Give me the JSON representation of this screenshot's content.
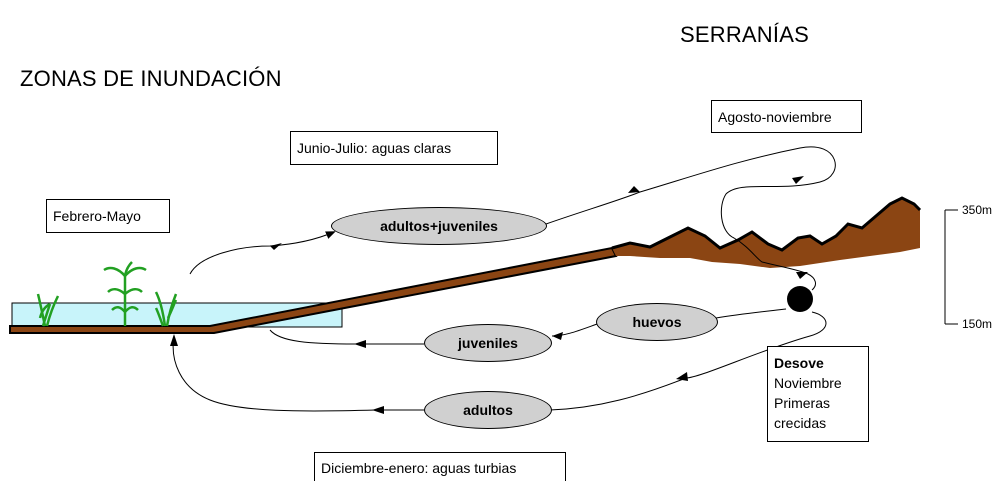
{
  "titles": {
    "sierra": "SERRANÍAS",
    "floodplain": "ZONAS DE INUNDACIÓN"
  },
  "periods": {
    "feb_may": "Febrero-Mayo",
    "jun_jul": "Junio-Julio: aguas claras",
    "ago_nov": "Agosto-noviembre",
    "dic_ene": "Diciembre-enero: aguas turbias"
  },
  "stages": {
    "adults_juveniles": "adultos+juveniles",
    "eggs": "huevos",
    "juveniles": "juveniles",
    "adults": "adultos"
  },
  "spawning": {
    "title": "Desove",
    "line1": "Noviembre",
    "line2": "Primeras",
    "line3": "crecidas"
  },
  "altitude": {
    "high": "350m",
    "low": "150m"
  },
  "colors": {
    "water": "#c8f4fa",
    "ground": "#8b4513",
    "mountain": "#8b4513",
    "plants": "#22a022",
    "oval_fill": "#d0d0d0"
  }
}
